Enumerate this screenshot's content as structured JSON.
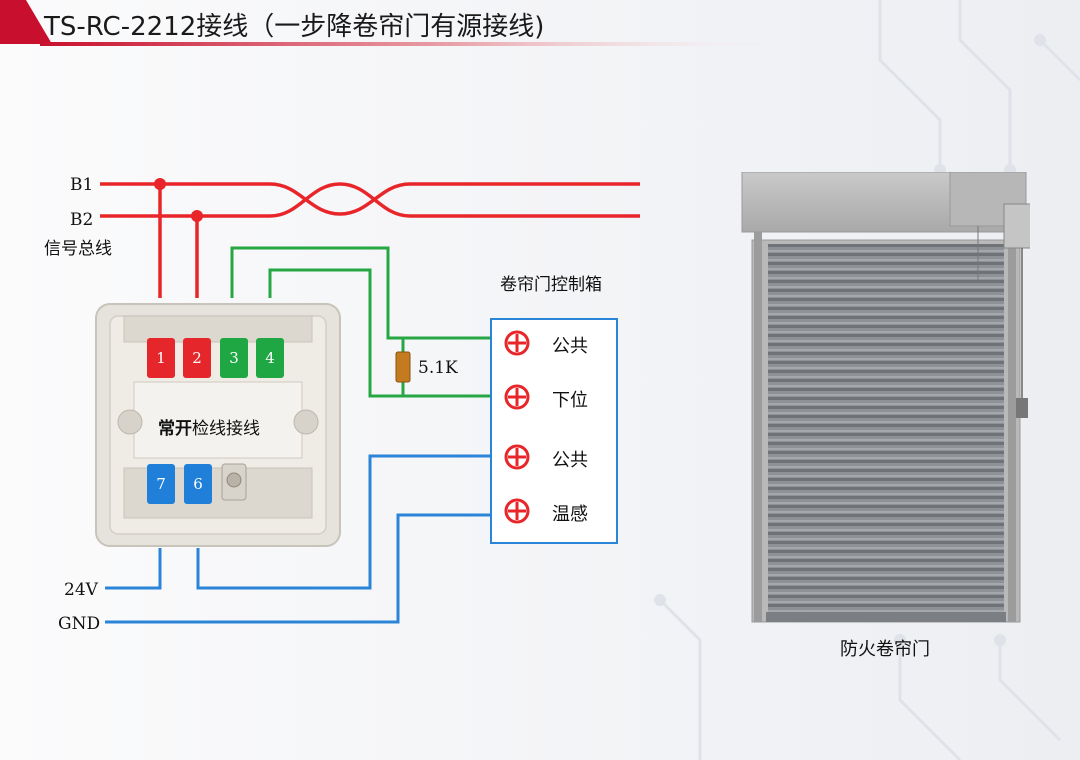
{
  "title": "TS-RC-2212接线（一步降卷帘门有源接线)",
  "bus": {
    "b1": "B1",
    "b2": "B2",
    "signal_bus": "信号总线"
  },
  "resistor": "5.1K",
  "control_box": {
    "title": "卷帘门控制箱",
    "terminals": [
      "公共",
      "下位",
      "公共",
      "温感"
    ]
  },
  "module": {
    "text_bold": "常开",
    "text_rest": "检线接线",
    "top_terminals": [
      "1",
      "2",
      "3",
      "4"
    ],
    "bottom_terminals": [
      "7",
      "6"
    ]
  },
  "power": {
    "v24": "24V",
    "gnd": "GND"
  },
  "door_caption": "防火卷帘门",
  "colors": {
    "red_wire": "#e8262a",
    "green_wire": "#27a744",
    "blue_wire": "#2a84d8",
    "accent": "#c8102e"
  }
}
